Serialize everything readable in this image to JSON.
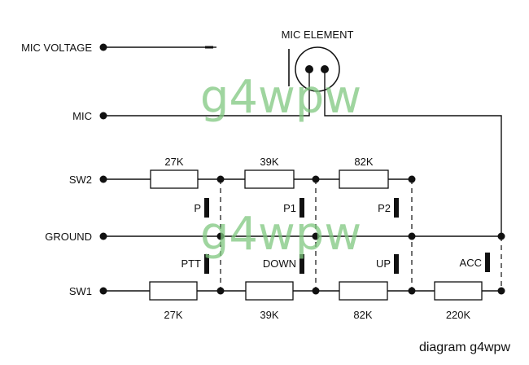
{
  "terminals": {
    "mic_voltage": "MIC VOLTAGE",
    "mic": "MIC",
    "sw2": "SW2",
    "ground": "GROUND",
    "sw1": "SW1"
  },
  "mic_element_label": "MIC ELEMENT",
  "resistors_sw2": [
    "27K",
    "39K",
    "82K"
  ],
  "resistors_sw1": [
    "27K",
    "39K",
    "82K",
    "220K"
  ],
  "switches": {
    "p": "P",
    "p1": "P1",
    "p2": "P2",
    "ptt": "PTT",
    "down": "DOWN",
    "up": "UP",
    "acc": "ACC"
  },
  "watermark": "g4wpw",
  "caption": "diagram g4wpw"
}
